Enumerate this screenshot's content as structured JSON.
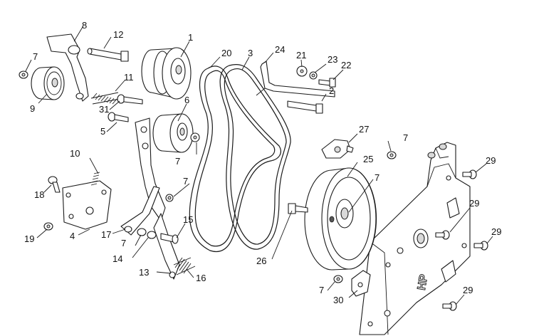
{
  "callouts": [
    {
      "id": "c1",
      "text": "1"
    },
    {
      "id": "c2",
      "text": "2"
    },
    {
      "id": "c3",
      "text": "3"
    },
    {
      "id": "c4",
      "text": "4"
    },
    {
      "id": "c5",
      "text": "5"
    },
    {
      "id": "c6",
      "text": "6"
    },
    {
      "id": "c7a",
      "text": "7"
    },
    {
      "id": "c7b",
      "text": "7"
    },
    {
      "id": "c7c",
      "text": "7"
    },
    {
      "id": "c7d",
      "text": "7"
    },
    {
      "id": "c7e",
      "text": "7"
    },
    {
      "id": "c7f",
      "text": "7"
    },
    {
      "id": "c7g",
      "text": "7"
    },
    {
      "id": "c8",
      "text": "8"
    },
    {
      "id": "c9",
      "text": "9"
    },
    {
      "id": "c10",
      "text": "10"
    },
    {
      "id": "c11",
      "text": "11"
    },
    {
      "id": "c12",
      "text": "12"
    },
    {
      "id": "c13",
      "text": "13"
    },
    {
      "id": "c14",
      "text": "14"
    },
    {
      "id": "c15",
      "text": "15"
    },
    {
      "id": "c16",
      "text": "16"
    },
    {
      "id": "c17",
      "text": "17"
    },
    {
      "id": "c18",
      "text": "18"
    },
    {
      "id": "c19",
      "text": "19"
    },
    {
      "id": "c20",
      "text": "20"
    },
    {
      "id": "c21",
      "text": "21"
    },
    {
      "id": "c22",
      "text": "22"
    },
    {
      "id": "c23",
      "text": "23"
    },
    {
      "id": "c24",
      "text": "24"
    },
    {
      "id": "c25",
      "text": "25"
    },
    {
      "id": "c26",
      "text": "26"
    },
    {
      "id": "c27",
      "text": "27"
    },
    {
      "id": "c29a",
      "text": "29"
    },
    {
      "id": "c29b",
      "text": "29"
    },
    {
      "id": "c29c",
      "text": "29"
    },
    {
      "id": "c29d",
      "text": "29"
    },
    {
      "id": "c30",
      "text": "30"
    },
    {
      "id": "c31",
      "text": "31"
    }
  ],
  "frame_emboss": "HP"
}
